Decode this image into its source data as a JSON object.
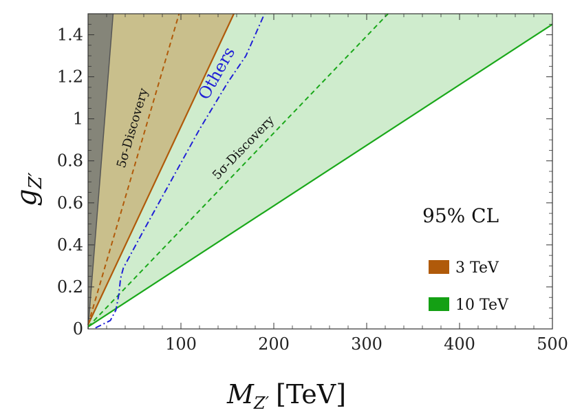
{
  "chart_data": {
    "type": "area",
    "xlabel": "M_{Z'} [TeV]",
    "xlabel_main": "M",
    "xlabel_sub": "Z′",
    "xlabel_unit": "[TeV]",
    "ylabel_main": "g",
    "ylabel_sub": "Z′",
    "xlim": [
      0,
      500
    ],
    "ylim": [
      0,
      1.5
    ],
    "x_ticks": [
      100,
      200,
      300,
      400,
      500
    ],
    "x_tick_labels": [
      "100",
      "200",
      "300",
      "400",
      "500"
    ],
    "y_ticks": [
      0,
      0.2,
      0.4,
      0.6,
      0.8,
      1.0,
      1.2,
      1.4
    ],
    "y_tick_labels": [
      "0",
      "0.2",
      "0.4",
      "0.6",
      "0.8",
      "1",
      "1.2",
      "1.4"
    ],
    "grid": false,
    "colors": {
      "grey_region": "#858579",
      "tev3_region": "#c9bf8c",
      "tev10_region": "#cfeccd",
      "tev3_line": "#b05a0a",
      "tev10_line": "#1aa81a",
      "others_line": "#1f1fd6",
      "legend_3tev": "#b05a0a",
      "legend_10tev": "#14a014"
    },
    "series": [
      {
        "name": "3 TeV",
        "style": "solid",
        "points": [
          [
            0,
            0.02
          ],
          [
            157,
            1.5
          ]
        ]
      },
      {
        "name": "3 TeV",
        "style": "dashed",
        "points": [
          [
            0,
            0.02
          ],
          [
            98,
            1.5
          ]
        ]
      },
      {
        "name": "10 TeV",
        "style": "solid",
        "points": [
          [
            0,
            0.01
          ],
          [
            500,
            1.45
          ]
        ]
      },
      {
        "name": "10 TeV",
        "style": "dashed",
        "points": [
          [
            0,
            0.01
          ],
          [
            323,
            1.5
          ]
        ]
      },
      {
        "name": "Others",
        "style": "dashdot",
        "points": [
          [
            8,
            0.005
          ],
          [
            24,
            0.04
          ],
          [
            30,
            0.09
          ],
          [
            33,
            0.16
          ],
          [
            35,
            0.24
          ],
          [
            38,
            0.29
          ],
          [
            60,
            0.47
          ],
          [
            90,
            0.71
          ],
          [
            120,
            0.95
          ],
          [
            150,
            1.17
          ],
          [
            170,
            1.3
          ],
          [
            190,
            1.5
          ]
        ]
      }
    ],
    "regions": [
      {
        "fill": "grey_region",
        "boundary": [
          [
            0,
            0
          ],
          [
            0,
            1.5
          ],
          [
            27,
            1.5
          ]
        ]
      }
    ],
    "annotations": {
      "discovery_3tev": "5σ-Discovery",
      "discovery_10tev": "5σ-Discovery",
      "others": "Others",
      "confidence": "95% CL"
    },
    "legend": {
      "placement": "bottom-right",
      "entries": [
        {
          "label": "3 TeV",
          "color": "legend_3tev"
        },
        {
          "label": "10 TeV",
          "color": "legend_10tev"
        }
      ]
    }
  }
}
